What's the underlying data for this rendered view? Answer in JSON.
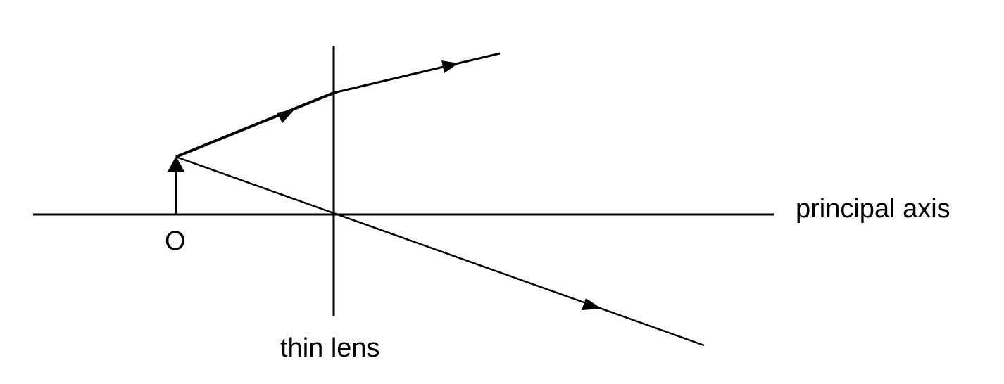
{
  "labels": {
    "principal_axis": "principal axis",
    "object": "O",
    "lens": "thin lens"
  },
  "colors": {
    "ink": "#000000",
    "background": "#ffffff"
  }
}
